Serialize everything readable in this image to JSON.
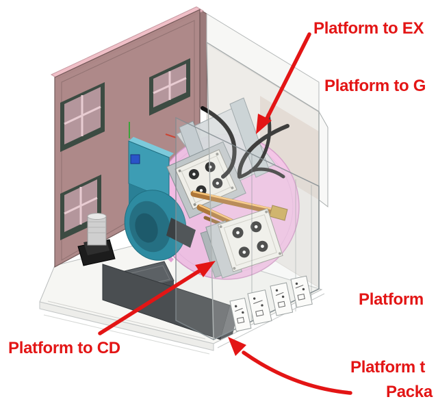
{
  "figure": {
    "kind": "cad-isometric-assembly-annotated",
    "background": "#ffffff"
  },
  "colors": {
    "annotation": "#e31515",
    "wall_pink": "#ab8585",
    "wall_top_edge": "#f0bfc7",
    "window_frame": "#3c4b42",
    "blower_teal": "#2e8ba1",
    "platform_disk": "#f3bbe4",
    "module_white": "#f5f3ec",
    "rail_copper": "#a8671f",
    "cable_black": "#151515",
    "base_yellow": "#e5cf36",
    "bay_gray": "#4a4e51",
    "enclosure_shell": "#f4f4f2"
  },
  "annotations": {
    "platform_to_ex": "Platform to EX",
    "platform_to_g": "Platform to G",
    "platform_right": "Platform",
    "platform_to_cd": "Platform to CD",
    "platform_to_package_line1": "Platform t",
    "platform_to_package_line2": "Packa"
  },
  "arrows": [
    {
      "id": "arrow-to-cables",
      "style": "straight",
      "points_to": "cable-bundle"
    },
    {
      "id": "arrow-to-cd-module",
      "style": "straight",
      "points_to": "optical-module-lower"
    },
    {
      "id": "arrow-to-package-bay",
      "style": "curved",
      "points_to": "bottom-bay"
    }
  ],
  "model_parts": [
    {
      "name": "mockup-wall",
      "color": "#ab8585"
    },
    {
      "name": "window-frames",
      "count": 3,
      "color": "#3c4b42"
    },
    {
      "name": "translucent-enclosure",
      "color": "#f4f4f2"
    },
    {
      "name": "rotary-platform-disk",
      "color": "#f3bbe4"
    },
    {
      "name": "blower-housing",
      "color": "#2e8ba1"
    },
    {
      "name": "optical-module-upper",
      "color": "#f5f3ec"
    },
    {
      "name": "optical-module-lower",
      "color": "#f5f3ec"
    },
    {
      "name": "copper-rails",
      "color": "#a8671f"
    },
    {
      "name": "cable-bundle",
      "color": "#151515"
    },
    {
      "name": "canister",
      "color": "#cfcfcf"
    },
    {
      "name": "equipment-box-yellow-base",
      "color": "#e5cf36"
    },
    {
      "name": "bottom-bay",
      "color": "#4a4e51"
    },
    {
      "name": "connector-label-panels",
      "count": 4,
      "color": "#fbfbf9"
    }
  ]
}
